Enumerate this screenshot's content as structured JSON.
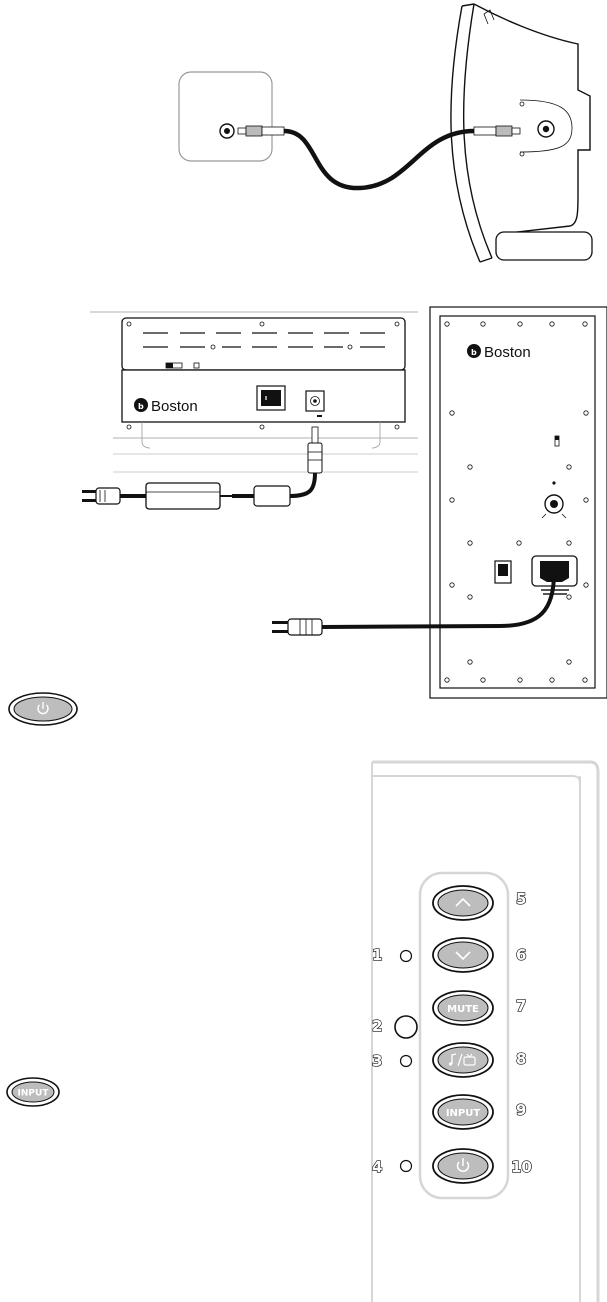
{
  "brand": {
    "logo_text": "Boston"
  },
  "colors": {
    "line": "#111111",
    "panel_grey": "#d6d6d6",
    "button_fill": "#bdbdbd"
  },
  "control_panel": {
    "buttons": [
      {
        "key": "volume-up",
        "icon": "chevron-up-icon",
        "label": ""
      },
      {
        "key": "volume-down",
        "icon": "chevron-down-icon",
        "label": ""
      },
      {
        "key": "mute",
        "icon": "",
        "label": "MUTE"
      },
      {
        "key": "music-tv",
        "icon": "music-tv-icon",
        "label": ""
      },
      {
        "key": "input",
        "icon": "",
        "label": "INPUT"
      },
      {
        "key": "power",
        "icon": "power-icon",
        "label": ""
      }
    ],
    "callouts_right": [
      "5",
      "6",
      "7",
      "8",
      "9",
      "10"
    ],
    "callouts_left": [
      "1",
      "2",
      "3",
      "4"
    ]
  },
  "standalone_buttons": {
    "power": {
      "icon": "power-icon"
    },
    "input": {
      "label": "INPUT"
    }
  }
}
